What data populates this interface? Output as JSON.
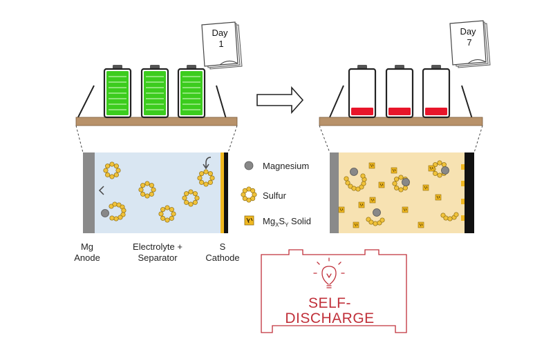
{
  "calendar_left": {
    "line1": "Day",
    "line2": "1"
  },
  "calendar_right": {
    "line1": "Day",
    "line2": "7"
  },
  "legend": {
    "magnesium": "Magnesium",
    "sulfur": "Sulfur",
    "solid_prefix": "Mg",
    "solid_sub_x": "X",
    "solid_mid": "S",
    "solid_sub_y": "Y",
    "solid_suffix": " Solid"
  },
  "labels": {
    "anode_line1": "Mg",
    "anode_line2": "Anode",
    "electrolyte_line1": "Electrolyte +",
    "electrolyte_line2": "Separator",
    "cathode_line1": "S",
    "cathode_line2": "Cathode"
  },
  "badge": {
    "line1": "SELF-",
    "line2": "DISCHARGE"
  },
  "colors": {
    "battery_full": "#3ccc1e",
    "battery_empty": "#e8152a",
    "shelf": "#b8926a",
    "electrolyte_fresh": "#d9e6f2",
    "electrolyte_aged": "#f7e2b2",
    "sulfur": "#f0c23a",
    "anode": "#8a8a8a",
    "cathode": "#111111",
    "badge": "#c0303a"
  }
}
